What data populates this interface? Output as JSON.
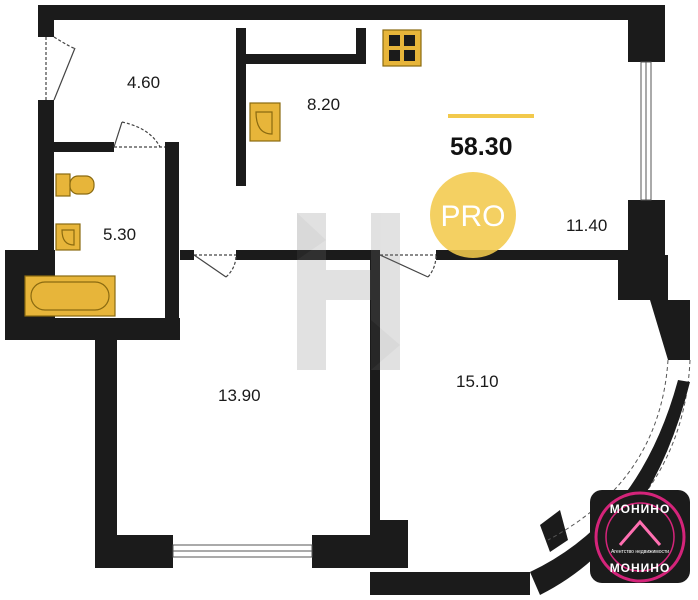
{
  "plan": {
    "total_area": "58.30",
    "badge_pro": "PRO",
    "rooms": [
      {
        "id": "hall",
        "area": "4.60"
      },
      {
        "id": "corridor",
        "area": "8.20"
      },
      {
        "id": "bathroom",
        "area": "5.30"
      },
      {
        "id": "kitchen",
        "area": "11.40"
      },
      {
        "id": "bedroom",
        "area": "13.90"
      },
      {
        "id": "living",
        "area": "15.10"
      }
    ]
  },
  "logo": {
    "top_text": "МОНИНО",
    "bottom_text": "МОНИНО",
    "small_text": "Агентство недвижимости"
  },
  "colors": {
    "wall": "#1b1b1b",
    "fixture": "#e7b53a",
    "accent_yellow": "#f2c94c",
    "badge_magenta": "#d4247a"
  }
}
